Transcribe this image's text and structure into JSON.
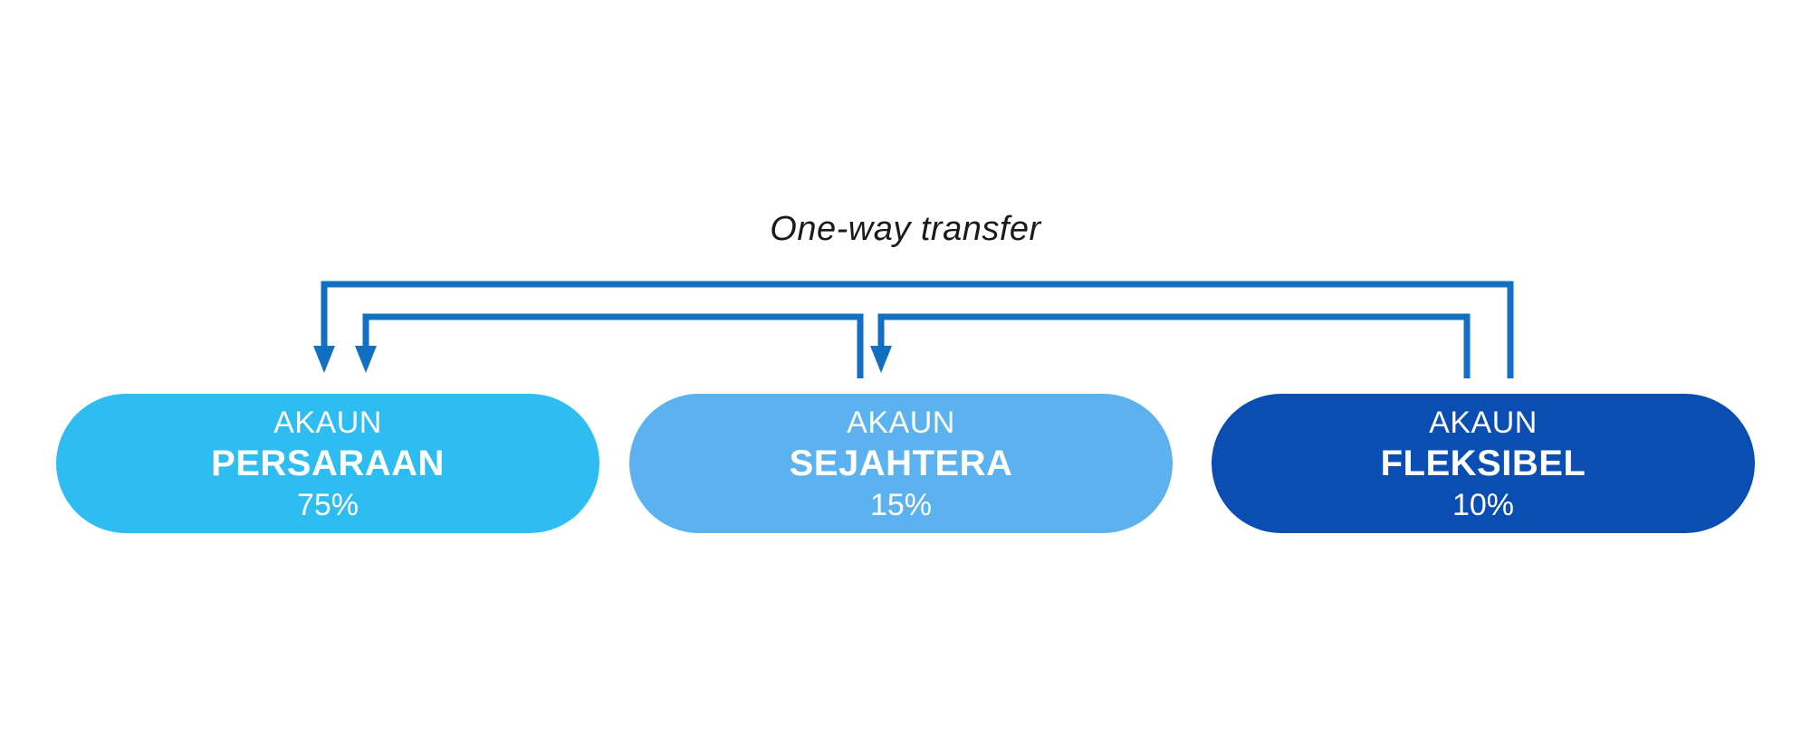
{
  "caption": "One-way transfer",
  "colors": {
    "arrow": "#1170c2",
    "persaraan": "#2ebdf0",
    "sejahtera": "#5bb2ef",
    "fleksibel": "#0a4db3"
  },
  "accounts": [
    {
      "prefix": "AKAUN",
      "name": "PERSARAAN",
      "share": "75%"
    },
    {
      "prefix": "AKAUN",
      "name": "SEJAHTERA",
      "share": "15%"
    },
    {
      "prefix": "AKAUN",
      "name": "FLEKSIBEL",
      "share": "10%"
    }
  ],
  "transfers": [
    {
      "from": "FLEKSIBEL",
      "to": "PERSARAAN"
    },
    {
      "from": "SEJAHTERA",
      "to": "PERSARAAN"
    },
    {
      "from": "FLEKSIBEL",
      "to": "SEJAHTERA"
    }
  ]
}
